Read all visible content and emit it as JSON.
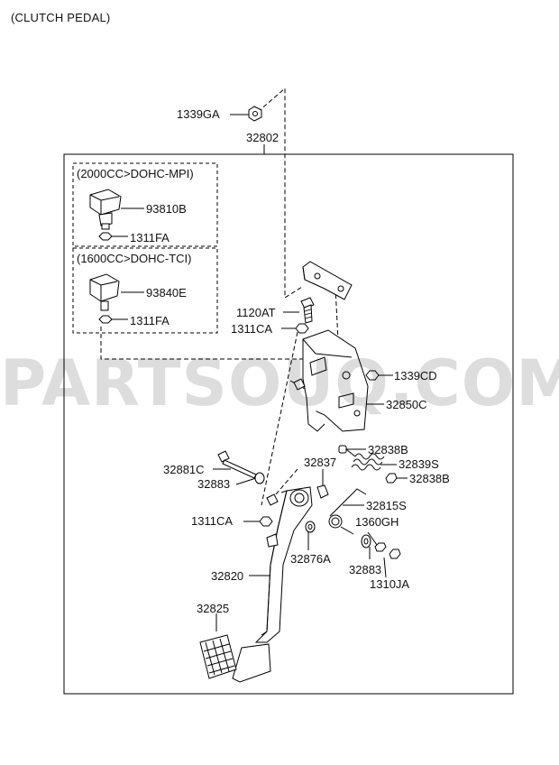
{
  "title": "(CLUTCH PEDAL)",
  "watermark": "PARTSOUQ.COM",
  "variants": [
    {
      "label": "(2000CC>DOHC-MPI)",
      "switch_part": "93810B",
      "nut_part": "1311FA"
    },
    {
      "label": "(1600CC>DOHC-TCI)",
      "switch_part": "93840E",
      "nut_part": "1311FA"
    }
  ],
  "parts": {
    "p1339GA": "1339GA",
    "p32802": "32802",
    "p1120AT": "1120AT",
    "p1311CA_top": "1311CA",
    "p1339CD": "1339CD",
    "p32850C": "32850C",
    "p32838B_top": "32838B",
    "p32839S": "32839S",
    "p32838B_bottom": "32838B",
    "p32837": "32837",
    "p32881C": "32881C",
    "p32883_left": "32883",
    "p32815S": "32815S",
    "p1311CA_bottom": "1311CA",
    "p1360GH": "1360GH",
    "p32876A": "32876A",
    "p32883_right": "32883",
    "p1310JA": "1310JA",
    "p32820": "32820",
    "p32825": "32825"
  }
}
